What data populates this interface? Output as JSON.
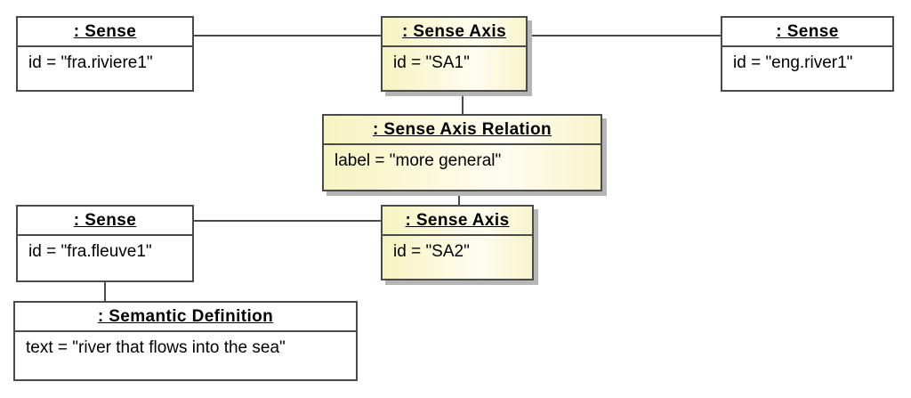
{
  "diagram": {
    "title": "UML object diagram: sense axes linking French and English senses",
    "boxes": [
      {
        "id": "sense-riviere1",
        "title": ": Sense",
        "attr": "id = \"fra.riviere1\"",
        "highlighted": false
      },
      {
        "id": "sense-axis-sa1",
        "title": ": Sense Axis",
        "attr": "id = \"SA1\"",
        "highlighted": true
      },
      {
        "id": "sense-river1",
        "title": ": Sense",
        "attr": "id = \"eng.river1\"",
        "highlighted": false
      },
      {
        "id": "sense-axis-relation",
        "title": ": Sense Axis Relation",
        "attr": "label = \"more general\"",
        "highlighted": true
      },
      {
        "id": "sense-fleuve1",
        "title": ": Sense",
        "attr": "id = \"fra.fleuve1\"",
        "highlighted": false
      },
      {
        "id": "sense-axis-sa2",
        "title": ": Sense Axis",
        "attr": "id = \"SA2\"",
        "highlighted": true
      },
      {
        "id": "semantic-definition",
        "title": ": Semantic Definition",
        "attr": "text = \"river that flows into the sea\"",
        "highlighted": false
      }
    ],
    "edges": [
      {
        "from": "sense-riviere1",
        "to": "sense-axis-sa1"
      },
      {
        "from": "sense-axis-sa1",
        "to": "sense-river1"
      },
      {
        "from": "sense-axis-sa1",
        "to": "sense-axis-relation"
      },
      {
        "from": "sense-axis-relation",
        "to": "sense-axis-sa2"
      },
      {
        "from": "sense-fleuve1",
        "to": "sense-axis-sa2"
      },
      {
        "from": "sense-fleuve1",
        "to": "semantic-definition"
      }
    ],
    "colors": {
      "background": "#ffffff",
      "plain_fill": "#ffffff",
      "highlight_fill_left": "#f6f3c1",
      "highlight_fill_right": "#fffdf0",
      "border": "#4a4a4a",
      "edge_line": "#4a4a4a",
      "shadow": "#b5b5b5",
      "text": "#000000"
    }
  }
}
